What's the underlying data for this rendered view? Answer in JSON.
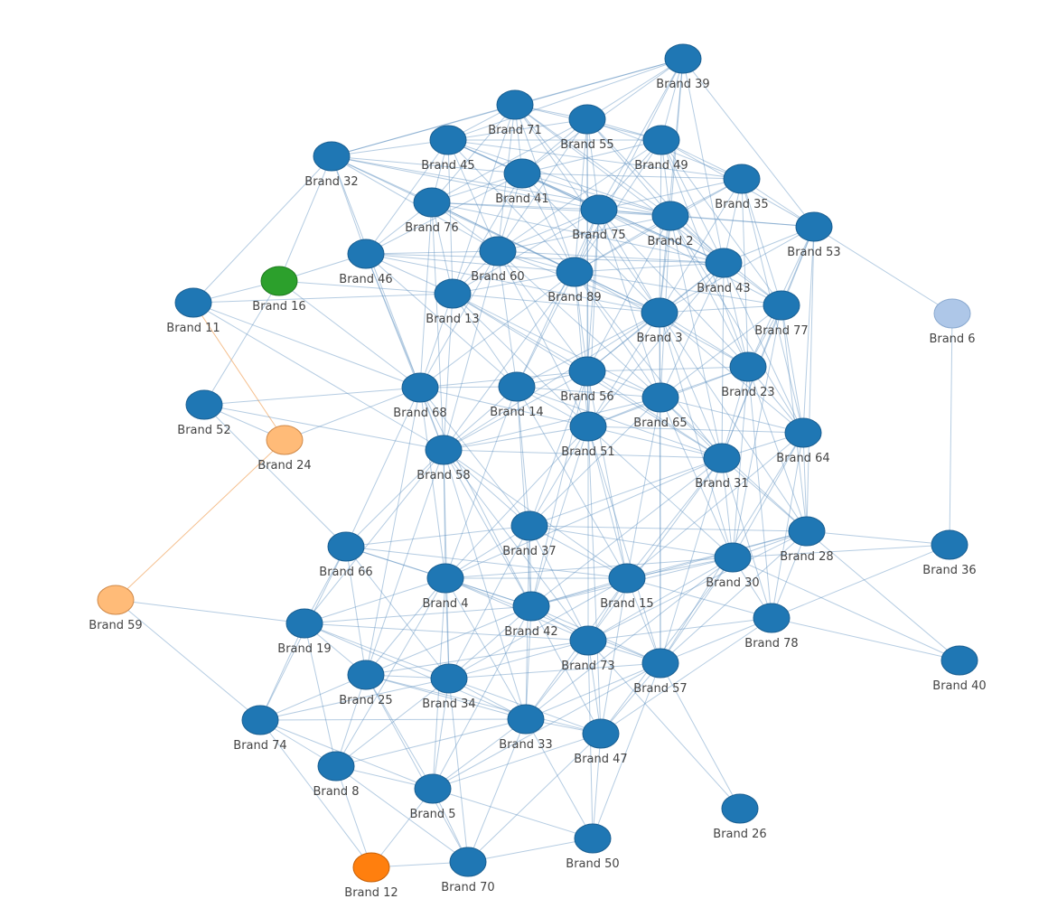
{
  "colors": {
    "default_node": "#1f77b4",
    "default_node_stroke": "#1a5f92",
    "blue_link": "#5b8fbf",
    "orange_link": "#f4b983"
  },
  "nodes": [
    {
      "id": "39",
      "label": "Brand 39",
      "color": "#1f77b4"
    },
    {
      "id": "71",
      "label": "Brand 71",
      "color": "#1f77b4"
    },
    {
      "id": "55",
      "label": "Brand 55",
      "color": "#1f77b4"
    },
    {
      "id": "45",
      "label": "Brand 45",
      "color": "#1f77b4"
    },
    {
      "id": "49",
      "label": "Brand 49",
      "color": "#1f77b4"
    },
    {
      "id": "32",
      "label": "Brand 32",
      "color": "#1f77b4"
    },
    {
      "id": "41",
      "label": "Brand 41",
      "color": "#1f77b4"
    },
    {
      "id": "35",
      "label": "Brand 35",
      "color": "#1f77b4"
    },
    {
      "id": "76",
      "label": "Brand 76",
      "color": "#1f77b4"
    },
    {
      "id": "75",
      "label": "Brand 75",
      "color": "#1f77b4"
    },
    {
      "id": "2",
      "label": "Brand 2",
      "color": "#1f77b4"
    },
    {
      "id": "53",
      "label": "Brand 53",
      "color": "#1f77b4"
    },
    {
      "id": "46",
      "label": "Brand 46",
      "color": "#1f77b4"
    },
    {
      "id": "60",
      "label": "Brand 60",
      "color": "#1f77b4"
    },
    {
      "id": "16",
      "label": "Brand 16",
      "color": "#2ca02c"
    },
    {
      "id": "43",
      "label": "Brand 43",
      "color": "#1f77b4"
    },
    {
      "id": "89",
      "label": "Brand 89",
      "color": "#1f77b4"
    },
    {
      "id": "11",
      "label": "Brand 11",
      "color": "#1f77b4"
    },
    {
      "id": "13",
      "label": "Brand 13",
      "color": "#1f77b4"
    },
    {
      "id": "77",
      "label": "Brand 77",
      "color": "#1f77b4"
    },
    {
      "id": "3",
      "label": "Brand 3",
      "color": "#1f77b4"
    },
    {
      "id": "6",
      "label": "Brand 6",
      "color": "#aec7e8"
    },
    {
      "id": "23",
      "label": "Brand 23",
      "color": "#1f77b4"
    },
    {
      "id": "56",
      "label": "Brand 56",
      "color": "#1f77b4"
    },
    {
      "id": "68",
      "label": "Brand 68",
      "color": "#1f77b4"
    },
    {
      "id": "14",
      "label": "Brand 14",
      "color": "#1f77b4"
    },
    {
      "id": "65",
      "label": "Brand 65",
      "color": "#1f77b4"
    },
    {
      "id": "52",
      "label": "Brand 52",
      "color": "#1f77b4"
    },
    {
      "id": "24",
      "label": "Brand 24",
      "color": "#ffbb78"
    },
    {
      "id": "51",
      "label": "Brand 51",
      "color": "#1f77b4"
    },
    {
      "id": "64",
      "label": "Brand 64",
      "color": "#1f77b4"
    },
    {
      "id": "58",
      "label": "Brand 58",
      "color": "#1f77b4"
    },
    {
      "id": "31",
      "label": "Brand 31",
      "color": "#1f77b4"
    },
    {
      "id": "37",
      "label": "Brand 37",
      "color": "#1f77b4"
    },
    {
      "id": "28",
      "label": "Brand 28",
      "color": "#1f77b4"
    },
    {
      "id": "36",
      "label": "Brand 36",
      "color": "#1f77b4"
    },
    {
      "id": "66",
      "label": "Brand 66",
      "color": "#1f77b4"
    },
    {
      "id": "30",
      "label": "Brand 30",
      "color": "#1f77b4"
    },
    {
      "id": "4",
      "label": "Brand 4",
      "color": "#1f77b4"
    },
    {
      "id": "15",
      "label": "Brand 15",
      "color": "#1f77b4"
    },
    {
      "id": "59",
      "label": "Brand 59",
      "color": "#ffbb78"
    },
    {
      "id": "42",
      "label": "Brand 42",
      "color": "#1f77b4"
    },
    {
      "id": "78",
      "label": "Brand 78",
      "color": "#1f77b4"
    },
    {
      "id": "19",
      "label": "Brand 19",
      "color": "#1f77b4"
    },
    {
      "id": "73",
      "label": "Brand 73",
      "color": "#1f77b4"
    },
    {
      "id": "40",
      "label": "Brand 40",
      "color": "#1f77b4"
    },
    {
      "id": "25",
      "label": "Brand 25",
      "color": "#1f77b4"
    },
    {
      "id": "57",
      "label": "Brand 57",
      "color": "#1f77b4"
    },
    {
      "id": "34",
      "label": "Brand 34",
      "color": "#1f77b4"
    },
    {
      "id": "74",
      "label": "Brand 74",
      "color": "#1f77b4"
    },
    {
      "id": "33",
      "label": "Brand 33",
      "color": "#1f77b4"
    },
    {
      "id": "47",
      "label": "Brand 47",
      "color": "#1f77b4"
    },
    {
      "id": "8",
      "label": "Brand 8",
      "color": "#1f77b4"
    },
    {
      "id": "5",
      "label": "Brand 5",
      "color": "#1f77b4"
    },
    {
      "id": "26",
      "label": "Brand 26",
      "color": "#1f77b4"
    },
    {
      "id": "50",
      "label": "Brand 50",
      "color": "#1f77b4"
    },
    {
      "id": "12",
      "label": "Brand 12",
      "color": "#ff7f0e"
    },
    {
      "id": "70",
      "label": "Brand 70",
      "color": "#1f77b4"
    }
  ],
  "links": [
    [
      "39",
      "71"
    ],
    [
      "39",
      "55"
    ],
    [
      "39",
      "49"
    ],
    [
      "39",
      "45"
    ],
    [
      "39",
      "41"
    ],
    [
      "39",
      "75"
    ],
    [
      "39",
      "2"
    ],
    [
      "39",
      "53"
    ],
    [
      "39",
      "3"
    ],
    [
      "39",
      "43"
    ],
    [
      "39",
      "32"
    ],
    [
      "39",
      "89"
    ],
    [
      "71",
      "55"
    ],
    [
      "71",
      "45"
    ],
    [
      "71",
      "49"
    ],
    [
      "71",
      "41"
    ],
    [
      "71",
      "75"
    ],
    [
      "71",
      "76"
    ],
    [
      "71",
      "2"
    ],
    [
      "71",
      "60"
    ],
    [
      "71",
      "13"
    ],
    [
      "71",
      "32"
    ],
    [
      "71",
      "43"
    ],
    [
      "71",
      "89"
    ],
    [
      "71",
      "3"
    ],
    [
      "55",
      "45"
    ],
    [
      "55",
      "49"
    ],
    [
      "55",
      "41"
    ],
    [
      "55",
      "35"
    ],
    [
      "55",
      "75"
    ],
    [
      "55",
      "2"
    ],
    [
      "55",
      "89"
    ],
    [
      "55",
      "56"
    ],
    [
      "55",
      "43"
    ],
    [
      "55",
      "51"
    ],
    [
      "55",
      "76"
    ],
    [
      "55",
      "60"
    ],
    [
      "45",
      "32"
    ],
    [
      "45",
      "41"
    ],
    [
      "45",
      "76"
    ],
    [
      "45",
      "75"
    ],
    [
      "45",
      "2"
    ],
    [
      "45",
      "49"
    ],
    [
      "45",
      "60"
    ],
    [
      "45",
      "46"
    ],
    [
      "45",
      "13"
    ],
    [
      "45",
      "89"
    ],
    [
      "45",
      "35"
    ],
    [
      "45",
      "43"
    ],
    [
      "49",
      "41"
    ],
    [
      "49",
      "35"
    ],
    [
      "49",
      "75"
    ],
    [
      "49",
      "2"
    ],
    [
      "49",
      "53"
    ],
    [
      "49",
      "43"
    ],
    [
      "49",
      "3"
    ],
    [
      "49",
      "77"
    ],
    [
      "49",
      "89"
    ],
    [
      "49",
      "60"
    ],
    [
      "49",
      "23"
    ],
    [
      "32",
      "46"
    ],
    [
      "32",
      "16"
    ],
    [
      "32",
      "11"
    ],
    [
      "32",
      "76"
    ],
    [
      "32",
      "41"
    ],
    [
      "32",
      "68"
    ],
    [
      "32",
      "60"
    ],
    [
      "32",
      "75"
    ],
    [
      "32",
      "2"
    ],
    [
      "32",
      "89"
    ],
    [
      "41",
      "76"
    ],
    [
      "41",
      "75"
    ],
    [
      "41",
      "2"
    ],
    [
      "41",
      "60"
    ],
    [
      "41",
      "89"
    ],
    [
      "41",
      "43"
    ],
    [
      "41",
      "35"
    ],
    [
      "41",
      "13"
    ],
    [
      "41",
      "3"
    ],
    [
      "41",
      "46"
    ],
    [
      "35",
      "53"
    ],
    [
      "35",
      "2"
    ],
    [
      "35",
      "43"
    ],
    [
      "35",
      "77"
    ],
    [
      "35",
      "75"
    ],
    [
      "35",
      "3"
    ],
    [
      "35",
      "23"
    ],
    [
      "35",
      "89"
    ],
    [
      "35",
      "64"
    ],
    [
      "76",
      "46"
    ],
    [
      "76",
      "60"
    ],
    [
      "76",
      "13"
    ],
    [
      "76",
      "68"
    ],
    [
      "76",
      "75"
    ],
    [
      "76",
      "89"
    ],
    [
      "76",
      "2"
    ],
    [
      "76",
      "43"
    ],
    [
      "76",
      "58"
    ],
    [
      "76",
      "3"
    ],
    [
      "75",
      "2"
    ],
    [
      "75",
      "60"
    ],
    [
      "75",
      "89"
    ],
    [
      "75",
      "43"
    ],
    [
      "75",
      "3"
    ],
    [
      "75",
      "77"
    ],
    [
      "75",
      "53"
    ],
    [
      "75",
      "56"
    ],
    [
      "75",
      "65"
    ],
    [
      "75",
      "13"
    ],
    [
      "75",
      "14"
    ],
    [
      "75",
      "51"
    ],
    [
      "75",
      "23"
    ],
    [
      "2",
      "43"
    ],
    [
      "2",
      "53"
    ],
    [
      "2",
      "77"
    ],
    [
      "2",
      "3"
    ],
    [
      "2",
      "89"
    ],
    [
      "2",
      "60"
    ],
    [
      "2",
      "23"
    ],
    [
      "2",
      "65"
    ],
    [
      "2",
      "31"
    ],
    [
      "2",
      "56"
    ],
    [
      "2",
      "64"
    ],
    [
      "53",
      "6"
    ],
    [
      "53",
      "43"
    ],
    [
      "53",
      "77"
    ],
    [
      "53",
      "23"
    ],
    [
      "53",
      "64"
    ],
    [
      "53",
      "28"
    ],
    [
      "53",
      "3"
    ],
    [
      "53",
      "31"
    ],
    [
      "46",
      "60"
    ],
    [
      "46",
      "13"
    ],
    [
      "46",
      "68"
    ],
    [
      "46",
      "58"
    ],
    [
      "46",
      "16"
    ],
    [
      "46",
      "89"
    ],
    [
      "46",
      "3"
    ],
    [
      "46",
      "14"
    ],
    [
      "46",
      "43"
    ],
    [
      "60",
      "89"
    ],
    [
      "60",
      "13"
    ],
    [
      "60",
      "68"
    ],
    [
      "60",
      "14"
    ],
    [
      "60",
      "56"
    ],
    [
      "60",
      "3"
    ],
    [
      "60",
      "43"
    ],
    [
      "60",
      "58"
    ],
    [
      "60",
      "51"
    ],
    [
      "60",
      "65"
    ],
    [
      "16",
      "11"
    ],
    [
      "16",
      "52"
    ],
    [
      "16",
      "68"
    ],
    [
      "16",
      "13"
    ],
    [
      "43",
      "77"
    ],
    [
      "43",
      "3"
    ],
    [
      "43",
      "89"
    ],
    [
      "43",
      "23"
    ],
    [
      "43",
      "64"
    ],
    [
      "43",
      "31"
    ],
    [
      "43",
      "65"
    ],
    [
      "43",
      "56"
    ],
    [
      "43",
      "51"
    ],
    [
      "89",
      "13"
    ],
    [
      "89",
      "3"
    ],
    [
      "89",
      "56"
    ],
    [
      "89",
      "65"
    ],
    [
      "89",
      "14"
    ],
    [
      "89",
      "68"
    ],
    [
      "89",
      "58"
    ],
    [
      "89",
      "51"
    ],
    [
      "89",
      "23"
    ],
    [
      "89",
      "31"
    ],
    [
      "89",
      "77"
    ],
    [
      "11",
      "24"
    ],
    [
      "11",
      "68"
    ],
    [
      "11",
      "58"
    ],
    [
      "11",
      "13"
    ],
    [
      "13",
      "68"
    ],
    [
      "13",
      "14"
    ],
    [
      "13",
      "58"
    ],
    [
      "13",
      "56"
    ],
    [
      "13",
      "3"
    ],
    [
      "13",
      "51"
    ],
    [
      "13",
      "65"
    ],
    [
      "13",
      "31"
    ],
    [
      "77",
      "3"
    ],
    [
      "77",
      "23"
    ],
    [
      "77",
      "64"
    ],
    [
      "77",
      "31"
    ],
    [
      "77",
      "28"
    ],
    [
      "77",
      "65"
    ],
    [
      "77",
      "30"
    ],
    [
      "3",
      "23"
    ],
    [
      "3",
      "56"
    ],
    [
      "3",
      "65"
    ],
    [
      "3",
      "51"
    ],
    [
      "3",
      "31"
    ],
    [
      "3",
      "64"
    ],
    [
      "3",
      "14"
    ],
    [
      "3",
      "58"
    ],
    [
      "3",
      "28"
    ],
    [
      "3",
      "30"
    ],
    [
      "3",
      "57"
    ],
    [
      "6",
      "36"
    ],
    [
      "23",
      "65"
    ],
    [
      "23",
      "64"
    ],
    [
      "23",
      "31"
    ],
    [
      "23",
      "28"
    ],
    [
      "23",
      "51"
    ],
    [
      "23",
      "56"
    ],
    [
      "23",
      "30"
    ],
    [
      "23",
      "78"
    ],
    [
      "56",
      "14"
    ],
    [
      "56",
      "65"
    ],
    [
      "56",
      "51"
    ],
    [
      "56",
      "68"
    ],
    [
      "56",
      "58"
    ],
    [
      "56",
      "31"
    ],
    [
      "56",
      "37"
    ],
    [
      "56",
      "42"
    ],
    [
      "56",
      "15"
    ],
    [
      "68",
      "14"
    ],
    [
      "68",
      "58"
    ],
    [
      "68",
      "52"
    ],
    [
      "68",
      "66"
    ],
    [
      "68",
      "4"
    ],
    [
      "68",
      "51"
    ],
    [
      "68",
      "25"
    ],
    [
      "68",
      "42"
    ],
    [
      "68",
      "37"
    ],
    [
      "68",
      "24"
    ],
    [
      "14",
      "65"
    ],
    [
      "14",
      "51"
    ],
    [
      "14",
      "58"
    ],
    [
      "14",
      "31"
    ],
    [
      "14",
      "37"
    ],
    [
      "14",
      "4"
    ],
    [
      "14",
      "42"
    ],
    [
      "14",
      "15"
    ],
    [
      "65",
      "51"
    ],
    [
      "65",
      "31"
    ],
    [
      "65",
      "64"
    ],
    [
      "65",
      "28"
    ],
    [
      "65",
      "30"
    ],
    [
      "65",
      "58"
    ],
    [
      "65",
      "15"
    ],
    [
      "65",
      "57"
    ],
    [
      "65",
      "37"
    ],
    [
      "52",
      "24"
    ],
    [
      "52",
      "58"
    ],
    [
      "52",
      "66"
    ],
    [
      "24",
      "59"
    ],
    [
      "51",
      "58"
    ],
    [
      "51",
      "31"
    ],
    [
      "51",
      "64"
    ],
    [
      "51",
      "37"
    ],
    [
      "51",
      "15"
    ],
    [
      "51",
      "42"
    ],
    [
      "51",
      "30"
    ],
    [
      "51",
      "57"
    ],
    [
      "51",
      "4"
    ],
    [
      "51",
      "73"
    ],
    [
      "51",
      "47"
    ],
    [
      "64",
      "31"
    ],
    [
      "64",
      "28"
    ],
    [
      "64",
      "30"
    ],
    [
      "64",
      "78"
    ],
    [
      "64",
      "57"
    ],
    [
      "64",
      "15"
    ],
    [
      "58",
      "66"
    ],
    [
      "58",
      "4"
    ],
    [
      "58",
      "37"
    ],
    [
      "58",
      "42"
    ],
    [
      "58",
      "25"
    ],
    [
      "58",
      "31"
    ],
    [
      "58",
      "34"
    ],
    [
      "58",
      "19"
    ],
    [
      "58",
      "73"
    ],
    [
      "58",
      "33"
    ],
    [
      "58",
      "15"
    ],
    [
      "31",
      "28"
    ],
    [
      "31",
      "30"
    ],
    [
      "31",
      "15"
    ],
    [
      "31",
      "37"
    ],
    [
      "31",
      "42"
    ],
    [
      "31",
      "57"
    ],
    [
      "31",
      "78"
    ],
    [
      "31",
      "73"
    ],
    [
      "31",
      "4"
    ],
    [
      "37",
      "4"
    ],
    [
      "37",
      "42"
    ],
    [
      "37",
      "15"
    ],
    [
      "37",
      "30"
    ],
    [
      "37",
      "73"
    ],
    [
      "37",
      "66"
    ],
    [
      "37",
      "34"
    ],
    [
      "37",
      "33"
    ],
    [
      "37",
      "28"
    ],
    [
      "28",
      "36"
    ],
    [
      "28",
      "30"
    ],
    [
      "28",
      "78"
    ],
    [
      "28",
      "57"
    ],
    [
      "28",
      "15"
    ],
    [
      "28",
      "42"
    ],
    [
      "28",
      "40"
    ],
    [
      "28",
      "73"
    ],
    [
      "36",
      "30"
    ],
    [
      "36",
      "78"
    ],
    [
      "66",
      "4"
    ],
    [
      "66",
      "19"
    ],
    [
      "66",
      "25"
    ],
    [
      "66",
      "42"
    ],
    [
      "66",
      "74"
    ],
    [
      "66",
      "34"
    ],
    [
      "66",
      "15"
    ],
    [
      "30",
      "15"
    ],
    [
      "30",
      "78"
    ],
    [
      "30",
      "57"
    ],
    [
      "30",
      "42"
    ],
    [
      "30",
      "73"
    ],
    [
      "30",
      "47"
    ],
    [
      "30",
      "33"
    ],
    [
      "30",
      "40"
    ],
    [
      "30",
      "4"
    ],
    [
      "4",
      "42"
    ],
    [
      "4",
      "19"
    ],
    [
      "4",
      "25"
    ],
    [
      "4",
      "34"
    ],
    [
      "4",
      "15"
    ],
    [
      "4",
      "73"
    ],
    [
      "4",
      "33"
    ],
    [
      "4",
      "57"
    ],
    [
      "4",
      "5"
    ],
    [
      "4",
      "8"
    ],
    [
      "15",
      "42"
    ],
    [
      "15",
      "73"
    ],
    [
      "15",
      "57"
    ],
    [
      "15",
      "47"
    ],
    [
      "15",
      "33"
    ],
    [
      "15",
      "78"
    ],
    [
      "15",
      "34"
    ],
    [
      "59",
      "19"
    ],
    [
      "59",
      "74"
    ],
    [
      "42",
      "73"
    ],
    [
      "42",
      "57"
    ],
    [
      "42",
      "33"
    ],
    [
      "42",
      "34"
    ],
    [
      "42",
      "47"
    ],
    [
      "42",
      "25"
    ],
    [
      "42",
      "19"
    ],
    [
      "42",
      "5"
    ],
    [
      "78",
      "57"
    ],
    [
      "78",
      "40"
    ],
    [
      "78",
      "73"
    ],
    [
      "78",
      "47"
    ],
    [
      "19",
      "25"
    ],
    [
      "19",
      "74"
    ],
    [
      "19",
      "34"
    ],
    [
      "19",
      "8"
    ],
    [
      "19",
      "73"
    ],
    [
      "19",
      "33"
    ],
    [
      "73",
      "57"
    ],
    [
      "73",
      "33"
    ],
    [
      "73",
      "47"
    ],
    [
      "73",
      "34"
    ],
    [
      "73",
      "25"
    ],
    [
      "73",
      "50"
    ],
    [
      "73",
      "26"
    ],
    [
      "25",
      "74"
    ],
    [
      "25",
      "34"
    ],
    [
      "25",
      "8"
    ],
    [
      "25",
      "5"
    ],
    [
      "25",
      "33"
    ],
    [
      "25",
      "70"
    ],
    [
      "25",
      "47"
    ],
    [
      "57",
      "47"
    ],
    [
      "57",
      "33"
    ],
    [
      "57",
      "26"
    ],
    [
      "57",
      "50"
    ],
    [
      "57",
      "34"
    ],
    [
      "57",
      "5"
    ],
    [
      "34",
      "33"
    ],
    [
      "34",
      "8"
    ],
    [
      "34",
      "5"
    ],
    [
      "34",
      "74"
    ],
    [
      "34",
      "47"
    ],
    [
      "34",
      "70"
    ],
    [
      "74",
      "8"
    ],
    [
      "74",
      "5"
    ],
    [
      "74",
      "33"
    ],
    [
      "74",
      "12"
    ],
    [
      "33",
      "47"
    ],
    [
      "33",
      "5"
    ],
    [
      "33",
      "70"
    ],
    [
      "33",
      "8"
    ],
    [
      "33",
      "50"
    ],
    [
      "47",
      "50"
    ],
    [
      "47",
      "70"
    ],
    [
      "47",
      "5"
    ],
    [
      "8",
      "5"
    ],
    [
      "8",
      "12"
    ],
    [
      "8",
      "70"
    ],
    [
      "5",
      "70"
    ],
    [
      "5",
      "50"
    ],
    [
      "5",
      "12"
    ],
    [
      "70",
      "12"
    ],
    [
      "70",
      "50"
    ]
  ],
  "orange_links": [
    [
      "11",
      "24"
    ],
    [
      "24",
      "59"
    ],
    [
      "25",
      "12"
    ],
    [
      "12",
      "50"
    ]
  ]
}
